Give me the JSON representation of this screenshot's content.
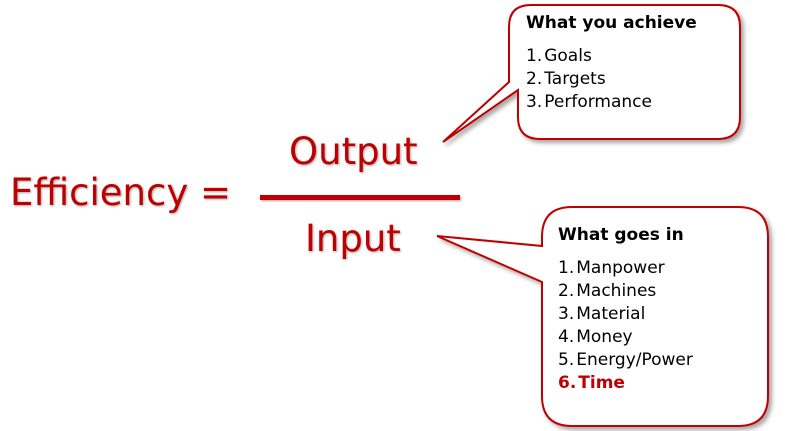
{
  "formula": {
    "lhs": "Efficiency =",
    "numerator": "Output",
    "denominator": "Input"
  },
  "callouts": {
    "achieve": {
      "title": "What you achieve",
      "items": [
        {
          "num": "1.",
          "label": "Goals"
        },
        {
          "num": "2.",
          "label": "Targets"
        },
        {
          "num": "3.",
          "label": "Performance"
        }
      ]
    },
    "goes_in": {
      "title": "What goes in",
      "items": [
        {
          "num": "1.",
          "label": "Manpower"
        },
        {
          "num": "2.",
          "label": "Machines"
        },
        {
          "num": "3.",
          "label": "Material"
        },
        {
          "num": "4.",
          "label": "Money"
        },
        {
          "num": "5.",
          "label": "Energy/Power"
        },
        {
          "num": "6.",
          "label": "Time"
        }
      ]
    }
  },
  "colors": {
    "accent": "#c00000",
    "bubble_border": "#c00000",
    "bubble_fill": "#ffffff",
    "text": "#000000"
  }
}
